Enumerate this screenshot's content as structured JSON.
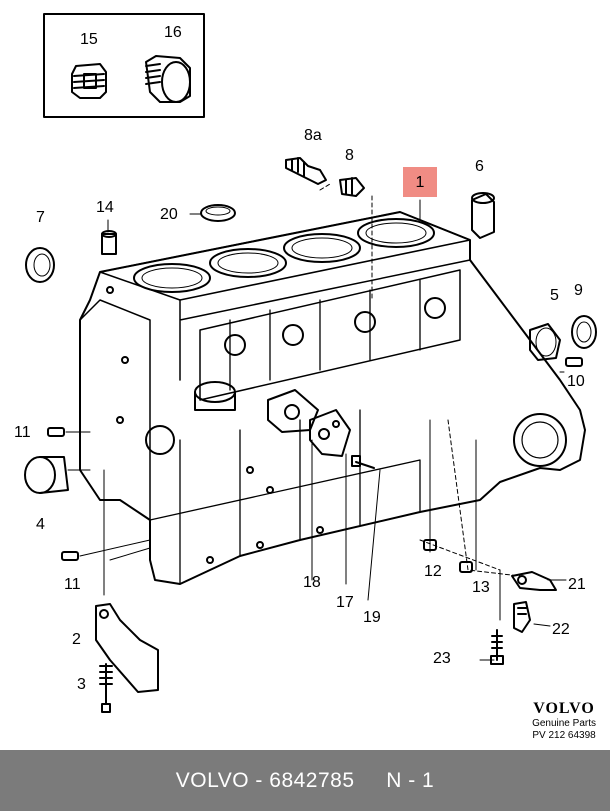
{
  "diagram": {
    "part_labels": {
      "p1": "1",
      "p2": "2",
      "p3": "3",
      "p4": "4",
      "p5": "5",
      "p6": "6",
      "p7": "7",
      "p8": "8",
      "p8a": "8a",
      "p9": "9",
      "p10": "10",
      "p11a": "11",
      "p11b": "11",
      "p12": "12",
      "p13": "13",
      "p14": "14",
      "p15": "15",
      "p16": "16",
      "p17": "17",
      "p18": "18",
      "p19": "19",
      "p20": "20",
      "p21": "21",
      "p22": "22",
      "p23": "23"
    },
    "highlight_color": "#f08c84",
    "brand": {
      "name": "VOLVO",
      "subtitle": "Genuine Parts",
      "code": "PV 212 64398"
    }
  },
  "footer": {
    "text": "VOLVO - 6842785     N - 1",
    "background": "#7b7b7b"
  }
}
